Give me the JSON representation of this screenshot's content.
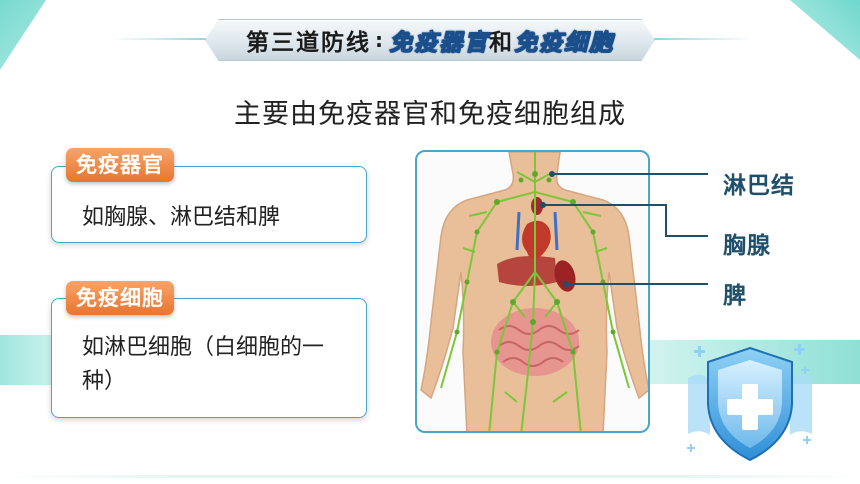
{
  "slide": {
    "title_main": "第三道防线",
    "title_colon": ":",
    "title_part1": "免疫器官",
    "title_and": "和",
    "title_part2": "免疫细胞",
    "subtitle": "主要由免疫器官和免疫细胞组成"
  },
  "cards": [
    {
      "tag": "免疫器官",
      "text": "如胸腺、淋巴结和脾"
    },
    {
      "tag": "免疫细胞",
      "text": "如淋巴细胞（白细胞的一种）"
    }
  ],
  "figure": {
    "labels": [
      "淋巴结",
      "胸腺",
      "脾"
    ],
    "icons": [
      "human-lymphatic-figure",
      "shield-plus-icon"
    ]
  },
  "colors": {
    "accent_teal": "#5fd3c7",
    "card_border": "#4aa6c9",
    "tag_orange": "#e8752f",
    "label_navy": "#1e4f6b",
    "lymph_green": "#7cc63a"
  }
}
